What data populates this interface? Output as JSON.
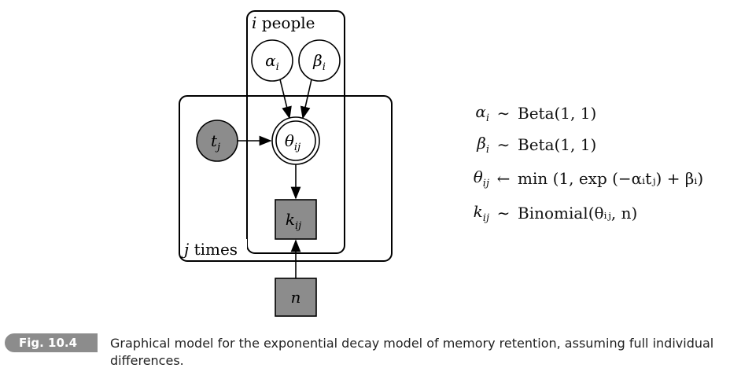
{
  "nodes": {
    "alpha": {
      "symbol": "α",
      "sub": "i"
    },
    "beta": {
      "symbol": "β",
      "sub": "i"
    },
    "theta": {
      "symbol": "θ",
      "sub": "ij"
    },
    "t": {
      "symbol": "t",
      "sub": "j"
    },
    "k": {
      "symbol": "k",
      "sub": "ij"
    },
    "n": {
      "symbol": "n"
    }
  },
  "plates": {
    "people": {
      "var": "i",
      "label": "people"
    },
    "times": {
      "var": "j",
      "label": "times"
    }
  },
  "equations": [
    {
      "lhs": "α",
      "lhs_sub": "i",
      "op": "∼",
      "rhs": "Beta(1, 1)"
    },
    {
      "lhs": "β",
      "lhs_sub": "i",
      "op": "∼",
      "rhs": "Beta(1, 1)"
    },
    {
      "lhs": "θ",
      "lhs_sub": "ij",
      "op": "←",
      "rhs": "min (1, exp (−αᵢtⱼ) + βᵢ)"
    },
    {
      "lhs": "k",
      "lhs_sub": "ij",
      "op": "∼",
      "rhs": "Binomial(θᵢⱼ, n)"
    }
  ],
  "caption": {
    "badge": "Fig. 10.4",
    "text": "Graphical model for the exponential decay model of memory retention, assuming full individual differences."
  },
  "colors": {
    "observed_fill": "#8c8c8c",
    "latent_fill": "#ffffff",
    "stroke": "#000000",
    "badge": "#8c8c8c"
  }
}
